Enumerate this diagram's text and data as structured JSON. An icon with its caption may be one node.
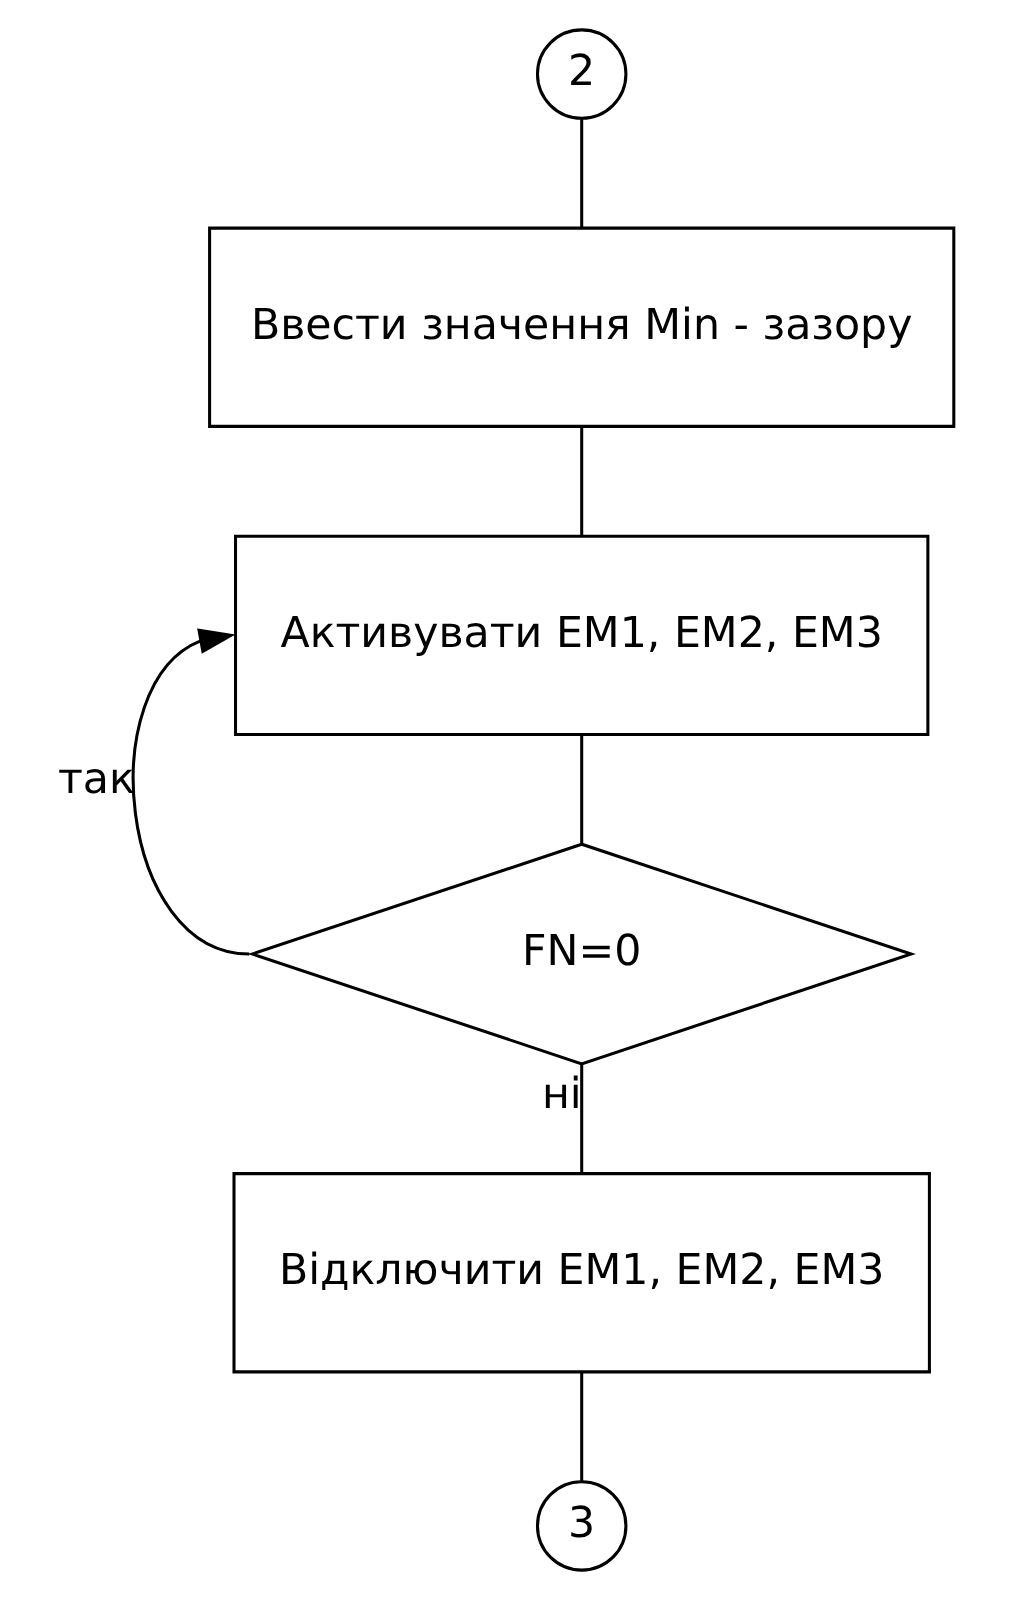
{
  "diagram": {
    "nodes": [
      {
        "text": [
          "2"
        ]
      },
      {
        "text": [
          "Ввести значення Min - зазору"
        ]
      },
      {
        "text": [
          "Активувати ЕМ1, ЕМ2, ЕМ3"
        ]
      },
      {
        "text": [
          "FN=0"
        ]
      },
      {
        "text": [
          "Відключити ЕМ1, ЕМ2, ЕМ3"
        ]
      },
      {
        "text": [
          "3"
        ]
      }
    ],
    "edges": [
      {
        "from": 0,
        "to": 1,
        "arrow": "none"
      },
      {
        "from": 1,
        "to": 2,
        "arrow": "none"
      },
      {
        "from": 2,
        "to": 3,
        "arrow": "none"
      },
      {
        "from": 3,
        "to": 2,
        "arrow": "to",
        "label": "так"
      },
      {
        "from": 3,
        "to": 4,
        "arrow": "none",
        "label": "ні"
      },
      {
        "from": 4,
        "to": 5,
        "arrow": "none"
      }
    ]
  }
}
